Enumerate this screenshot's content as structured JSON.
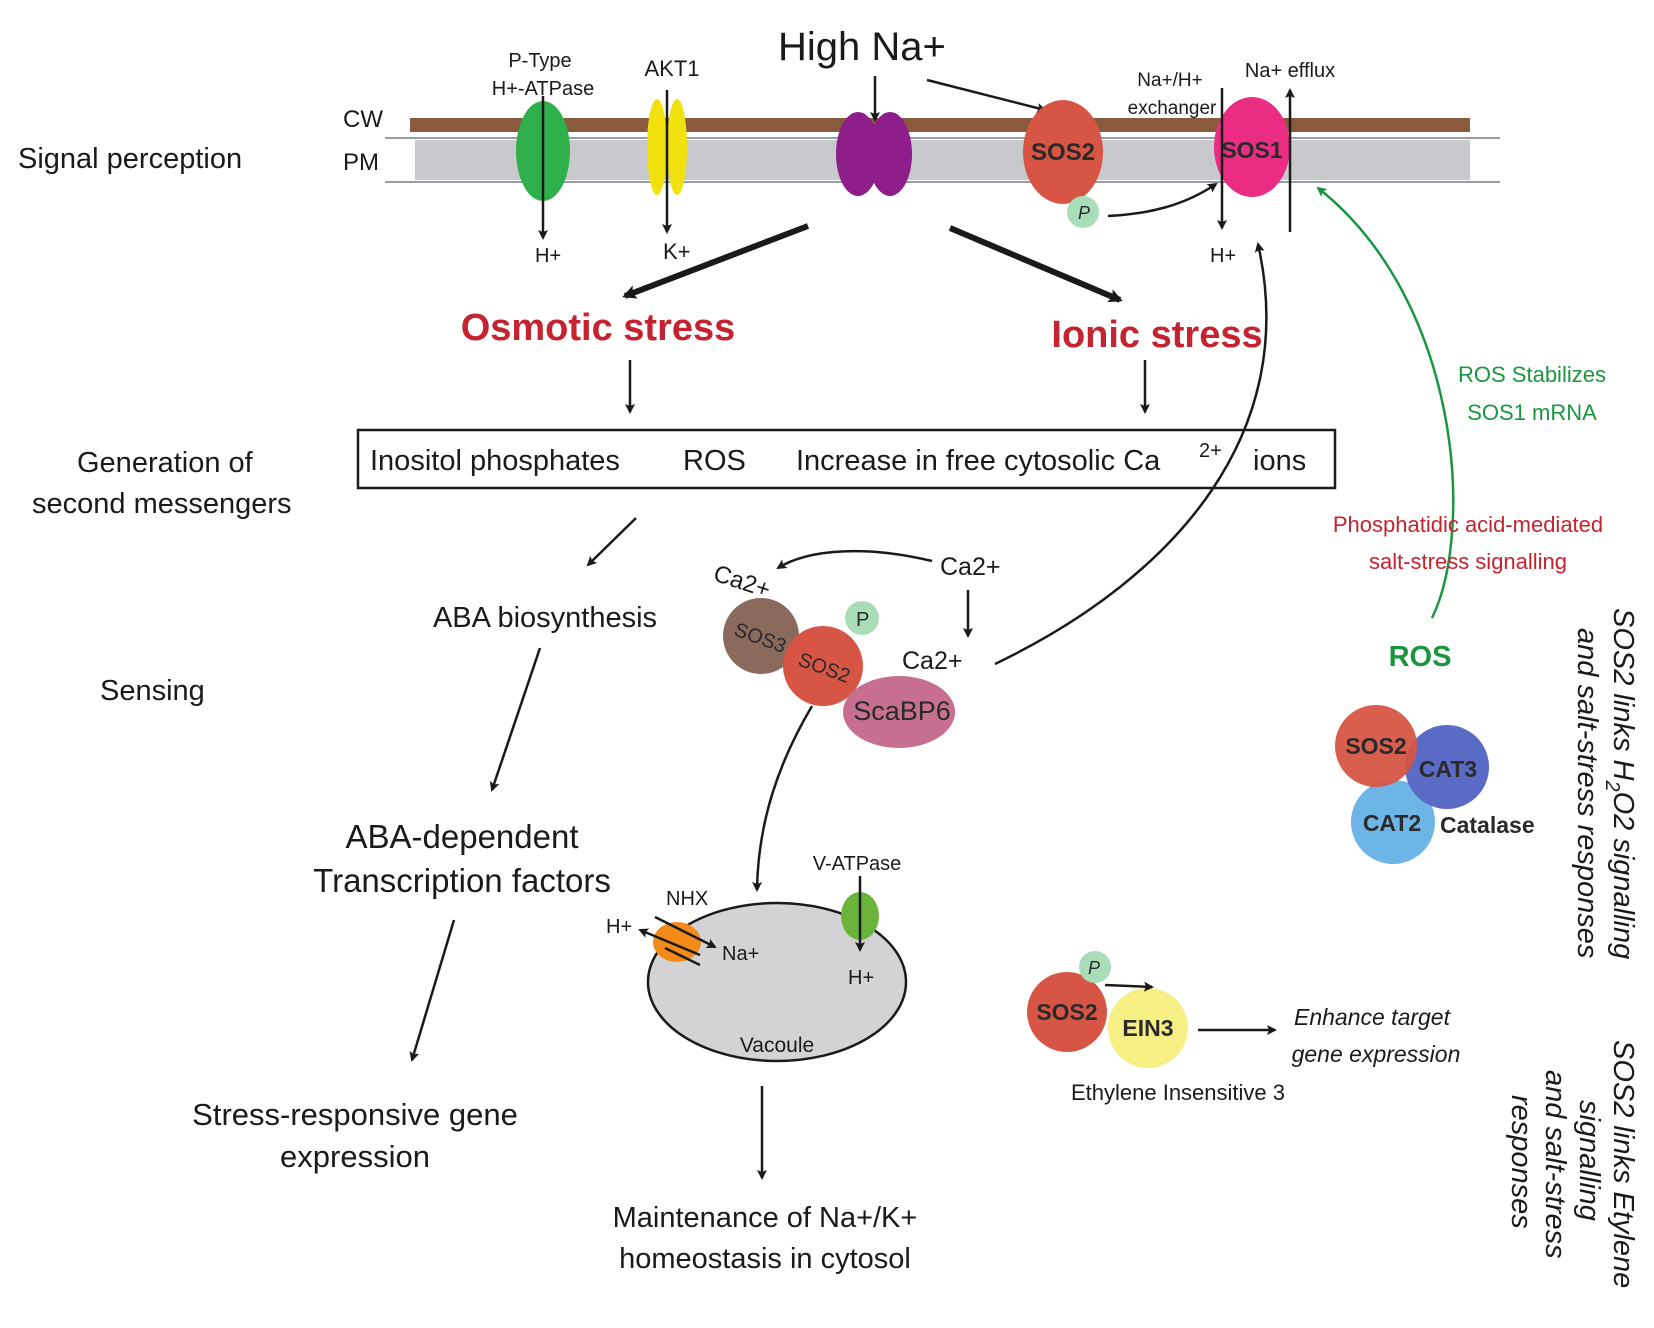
{
  "colors": {
    "cell_wall": "#8a5a3c",
    "membrane": "#c8c9cc",
    "stress_red": "#c4232f",
    "ros_green": "#1a9640",
    "pa_red": "#c4232f",
    "sos2": "#d65545",
    "sos1": "#ea2d82",
    "h_atpase": "#30b04a",
    "akt1": "#f1e10f",
    "na_channel": "#8e1f8a",
    "sos3": "#8a6a5c",
    "scabp6": "#c66f90",
    "p_tag": "#a9ddb8",
    "nhx": "#f28a1a",
    "v_atpase": "#6bb43a",
    "vacuole": "#d3d3d5",
    "cat3": "#5a6bc6",
    "cat2": "#6cb5e6",
    "ein3": "#f6ef84"
  },
  "left_labels": {
    "signal_perception": "Signal perception",
    "generation_1": "Generation of",
    "generation_2": "second messengers",
    "sensing": "Sensing"
  },
  "membrane": {
    "cw": "CW",
    "pm": "PM",
    "high_na": "High Na+",
    "ptype_1": "P-Type",
    "ptype_2": "H+-ATPase",
    "akt1": "AKT1",
    "h_plus_1": "H+",
    "k_plus": "K+",
    "sos2": "SOS2",
    "p": "P",
    "exchanger_1": "Na+/H+",
    "exchanger_2": "exchanger",
    "na_efflux": "Na+ efflux",
    "sos1": "SOS1",
    "h_plus_2": "H+"
  },
  "stress": {
    "osmotic": "Osmotic stress",
    "ionic": "Ionic stress"
  },
  "messengers": {
    "inositol": "Inositol phosphates",
    "ros": "ROS",
    "calcium_prefix": "Increase in free cytosolic Ca",
    "calcium_sup": "2+",
    "calcium_suffix": "ions"
  },
  "aba": {
    "biosynthesis": "ABA biosynthesis",
    "tf_1": "ABA-dependent",
    "tf_2": "Transcription factors",
    "gene_1": "Stress-responsive gene",
    "gene_2": "expression"
  },
  "complex": {
    "ca2_top": "Ca2+",
    "ca2_left": "Ca2+",
    "ca2_right": "Ca2+",
    "sos3": "SOS3",
    "sos2": "SOS2",
    "p": "P",
    "scabp6": "ScaBP6"
  },
  "vacuole": {
    "nhx": "NHX",
    "h_plus_left": "H+",
    "na_plus": "Na+",
    "v_atpase": "V-ATPase",
    "h_plus_right": "H+",
    "label": "Vacoule",
    "homeo_1": "Maintenance of Na+/K+",
    "homeo_2": "homeostasis in cytosol"
  },
  "ros_panel": {
    "stab_1": "ROS Stabilizes",
    "stab_2": "SOS1 mRNA",
    "pa_1": "Phosphatidic acid-mediated",
    "pa_2": "salt-stress signalling",
    "ros": "ROS",
    "sos2": "SOS2",
    "cat3": "CAT3",
    "cat2": "CAT2",
    "catalase": "Catalase"
  },
  "ethylene": {
    "p": "P",
    "sos2": "SOS2",
    "ein3": "EIN3",
    "enhance_1": "Enhance target",
    "enhance_2": "gene expression",
    "ein3_full": "Ethylene Insensitive 3"
  },
  "side_text": {
    "h2o2_1": "SOS2 links H",
    "h2o2_sub": "2",
    "h2o2_2": "O2 signalling",
    "h2o2_3": "and salt-stress responses",
    "eth_1": "SOS2 links Etylene",
    "eth_2": "signalling",
    "eth_3": "and salt-stress",
    "eth_4": "responses"
  }
}
